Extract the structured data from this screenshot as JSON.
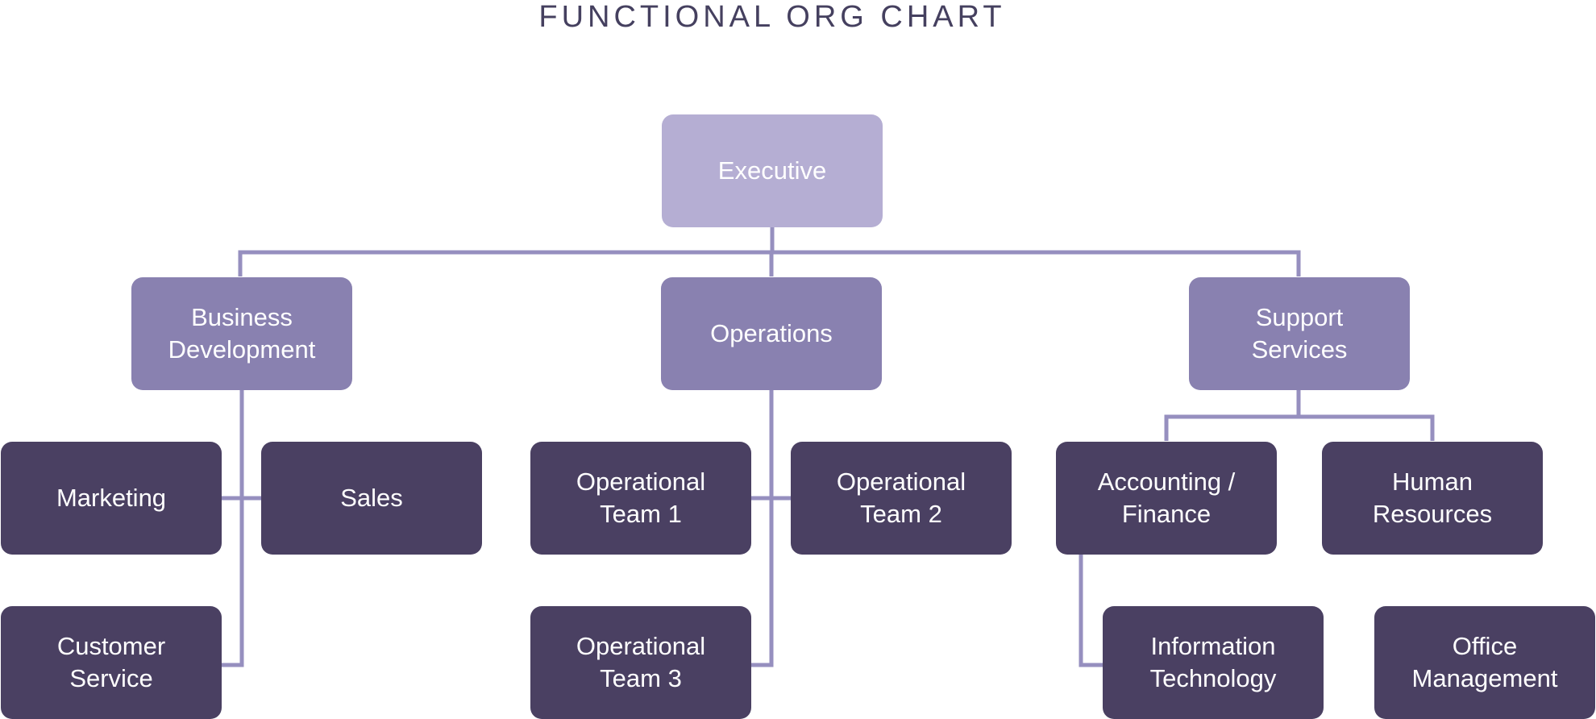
{
  "title": "FUNCTIONAL ORG CHART",
  "colors": {
    "title": "#45405f",
    "connector": "#968fbf",
    "executive": "#b5aed3",
    "department": "#8981b0",
    "team": "#4a4062",
    "text": "#ffffff"
  },
  "org": {
    "executive": "Executive",
    "departments": [
      {
        "name": "Business\nDevelopment",
        "units": [
          "Marketing",
          "Sales",
          "Customer\nService"
        ]
      },
      {
        "name": "Operations",
        "units": [
          "Operational\nTeam 1",
          "Operational\nTeam 2",
          "Operational\nTeam 3"
        ]
      },
      {
        "name": "Support\nServices",
        "units": [
          "Accounting /\nFinance",
          "Human\nResources",
          "Information\nTechnology",
          "Office\nManagement"
        ]
      }
    ]
  }
}
